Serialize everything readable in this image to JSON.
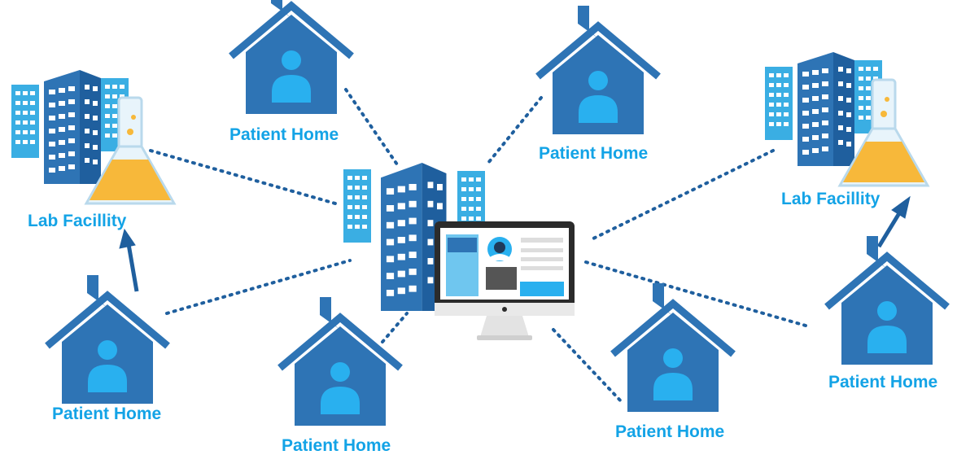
{
  "nodes": {
    "home_top_left": "Patient Home",
    "home_top_right": "Patient Home",
    "home_bottom_left": "Patient Home",
    "home_bottom_center_left": "Patient Home",
    "home_bottom_center_right": "Patient Home",
    "home_right": "Patient Home",
    "lab_left": "Lab Facillity",
    "lab_right": "Lab Facillity"
  },
  "colors": {
    "house": "#2e74b5",
    "house_dark": "#1f5f9e",
    "person": "#29b0ef",
    "label": "#13a3e6",
    "building_dark": "#2e74b5",
    "building_light": "#3aaee3",
    "flask_fill": "#f7b83a",
    "connector": "#1f5f9e"
  },
  "icons": [
    "house-icon",
    "person-icon",
    "building-icon",
    "flask-icon",
    "monitor-icon",
    "arrow-icon"
  ]
}
